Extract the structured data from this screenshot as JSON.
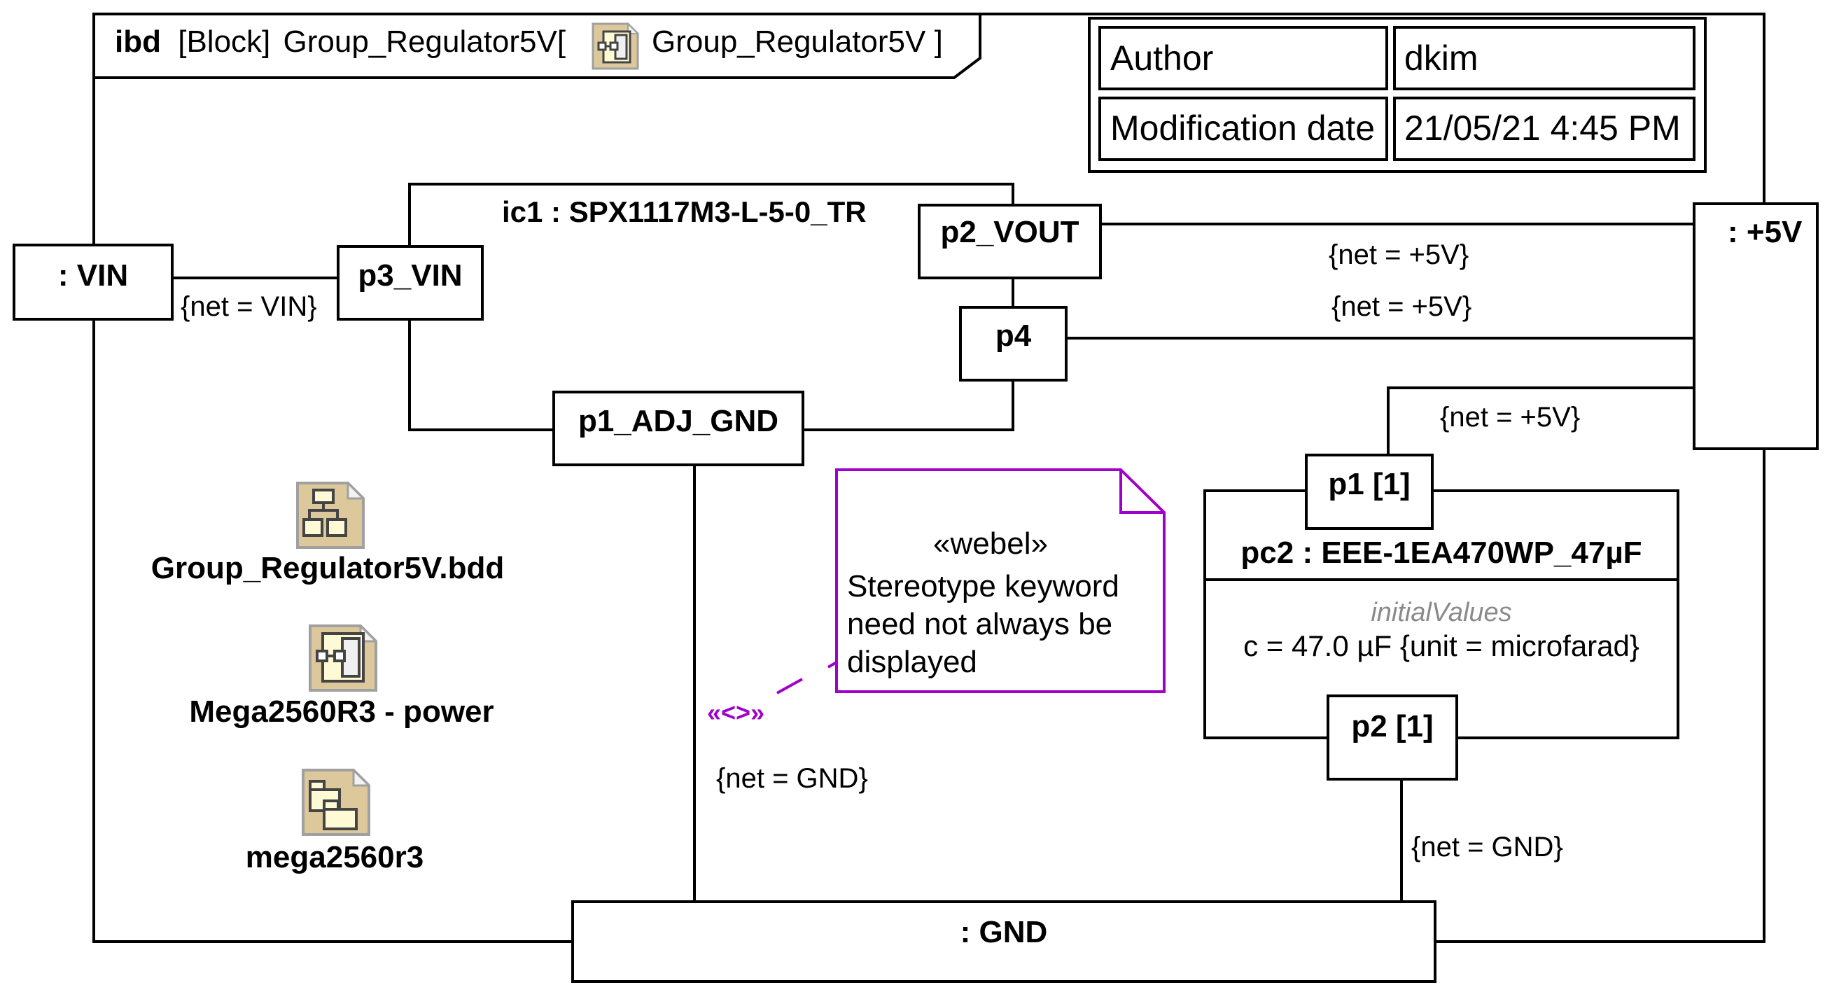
{
  "header": {
    "kind": "ibd",
    "element_type": "[Block]",
    "name": "Group_Regulator5V",
    "bracket_open": "[",
    "context_name": "Group_Regulator5V ]",
    "icon": "ibd-diagram-icon"
  },
  "info_table": {
    "rows": [
      {
        "key": "Author",
        "value": "dkim"
      },
      {
        "key": "Modification date",
        "value": "21/05/21 4:45 PM"
      }
    ]
  },
  "parts": {
    "vin": ": VIN",
    "plus5v": ": +5V",
    "gnd": ": GND",
    "ic1": {
      "title": "ic1 : SPX1117M3-L-5-0_TR",
      "ports": {
        "p3_vin": "p3_VIN",
        "p2_vout": "p2_VOUT",
        "p4": "p4",
        "p1_adj_gnd": "p1_ADJ_GND"
      }
    },
    "pc2": {
      "title": "pc2 : EEE-1EA470WP_47µF",
      "compartment_label": "initialValues",
      "value": "c = 47.0 µF {unit = microfarad}",
      "ports": {
        "p1": "p1 [1]",
        "p2": "p2 [1]"
      }
    }
  },
  "connectors": {
    "vin_net": "{net = VIN}",
    "vout_net": "{net = +5V}",
    "p4_net": "{net = +5V}",
    "cap_p1_net": "{net = +5V}",
    "adj_gnd_net": "{net = GND}",
    "cap_p2_net": "{net = GND}",
    "stereotype_label": "«<>»"
  },
  "note": {
    "stereotype": "«webel»",
    "lines": [
      "Stereotype keyword",
      "need not always be",
      "displayed"
    ],
    "color": "#a000cc"
  },
  "diagram_links": [
    {
      "label": "Group_Regulator5V.bdd",
      "icon": "bdd-diagram-icon"
    },
    {
      "label": "Mega2560R3 - power",
      "icon": "ibd-diagram-icon"
    },
    {
      "label": "mega2560r3",
      "icon": "package-diagram-icon"
    }
  ]
}
